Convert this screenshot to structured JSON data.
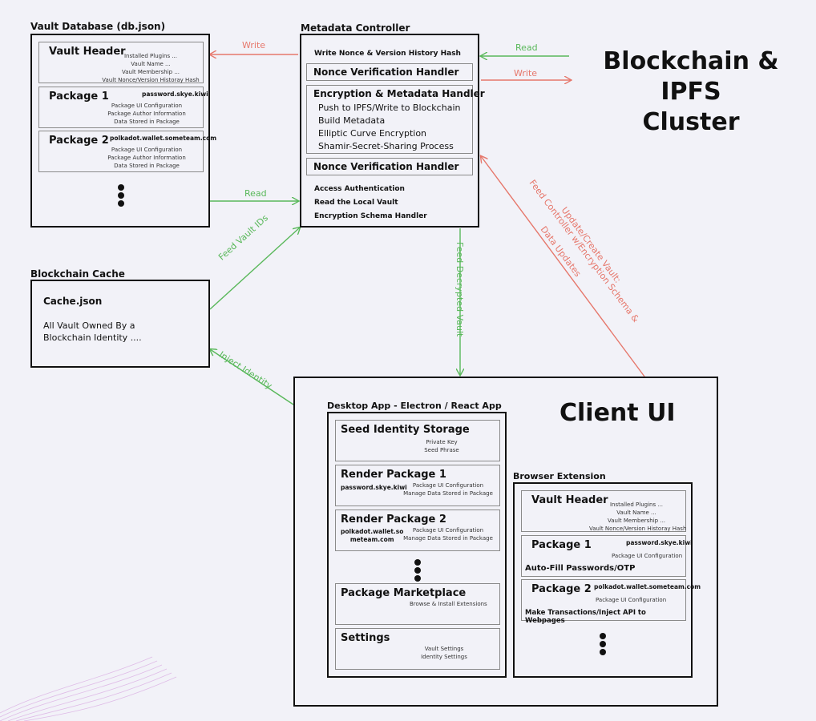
{
  "vault_db": {
    "title": "Vault Database (db.json)",
    "header": {
      "title": "Vault Header",
      "lines": [
        "Installed Plugins ...",
        "Vault Name ...",
        "Vault Membership ...",
        "Vault Nonce/Version Historay Hash"
      ]
    },
    "pkg1": {
      "title": "Package 1",
      "tag": "password.skye.kiwi",
      "lines": [
        "Package UI Configuration",
        "Package Author Information",
        "Data Stored in Package"
      ]
    },
    "pkg2": {
      "title": "Package 2",
      "tag": "polkadot.wallet.someteam.com",
      "lines": [
        "Package UI Configuration",
        "Package Author Information",
        "Data Stored in Package"
      ]
    }
  },
  "metadata": {
    "title": "Metadata Controller",
    "top": "Write Nonce & Version History Hash",
    "nonce1": "Nonce Verification Handler",
    "enc_title": "Encryption & Metadata Handler",
    "enc_lines": [
      "Push to IPFS/Write to Blockchain",
      "Build Metadata",
      "Elliptic Curve Encryption",
      "Shamir-Secret-Sharing Process"
    ],
    "nonce2": "Nonce Verification Handler",
    "bottom": [
      "Access Authentication",
      "Read the Local Vault",
      "Encryption Schema Handler"
    ]
  },
  "blockchain": {
    "line1": "Blockchain & IPFS",
    "line2": "Cluster"
  },
  "cache": {
    "title": "Blockchain Cache",
    "file": "Cache.json",
    "line1": "All Vault Owned By a",
    "line2": "Blockchain Identity ...."
  },
  "client": {
    "title": "Client UI"
  },
  "desktop": {
    "title": "Desktop App - Electron / React App",
    "seed": {
      "title": "Seed Identity Storage",
      "lines": [
        "Private Key",
        "Seed Phrase"
      ]
    },
    "render1": {
      "title": "Render Package 1",
      "tag": "password.skye.kiwi",
      "lines": [
        "Package UI Configuration",
        "Manage Data Stored in Package"
      ]
    },
    "render2": {
      "title": "Render Package 2",
      "tag1": "polkadot.wallet.so",
      "tag2": "meteam.com",
      "lines": [
        "Package UI Configuration",
        "Manage Data Stored in Package"
      ]
    },
    "market": {
      "title": "Package Marketplace",
      "line": "Browse & Install Extensions"
    },
    "settings": {
      "title": "Settings",
      "lines": [
        "Vault Settings",
        "Identity Settings"
      ]
    }
  },
  "browser": {
    "title": "Browser Extension",
    "header": {
      "title": "Vault Header",
      "lines": [
        "Installed Plugins ...",
        "Vault Name ...",
        "Vault Membership ...",
        "Vault Nonce/Version Historay Hash"
      ]
    },
    "pkg1": {
      "title": "Package 1",
      "tag": "password.skye.kiwi",
      "line": "Package UI Configuration",
      "action": "Auto-Fill Passwords/OTP"
    },
    "pkg2": {
      "title": "Package 2",
      "tag": "polkadot.wallet.someteam.com",
      "line": "Package UI Configuration",
      "action": "Make Transactions/Inject API to Webpages"
    }
  },
  "edges": {
    "write_db": "Write",
    "read_db": "Read",
    "read_bc": "Read",
    "write_bc": "Write",
    "feed_ids": "Feed Vault IDs",
    "inject_identity": "Inject Identity",
    "feed_decrypted": "Feed Decrypted Vault",
    "update_l1": "Update/Create Vault:",
    "update_l2": "Feed Controller w/Encryption Schema &",
    "update_l3": "Data Updates"
  },
  "colors": {
    "read": "#59b85a",
    "write": "#e6776b",
    "line": "#111111",
    "background": "#f2f2f8"
  }
}
